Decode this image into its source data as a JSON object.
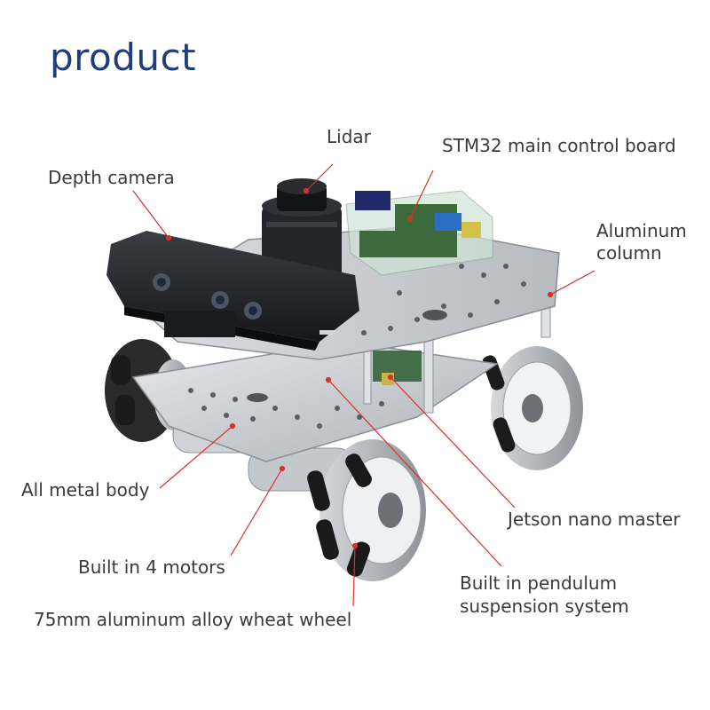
{
  "title": "product",
  "labels": {
    "lidar": "Lidar",
    "stm32": "STM32 main control board",
    "depth_camera": "Depth camera",
    "aluminum_column_1": "Aluminum",
    "aluminum_column_2": "column",
    "metal_body": "All metal body",
    "jetson": "Jetson nano master",
    "motors": "Built in 4 motors",
    "pendulum_1": "Built in pendulum",
    "pendulum_2": "suspension system",
    "wheel": "75mm aluminum alloy wheat wheel"
  },
  "colors": {
    "title": "#1f3d7a",
    "callout_line": "#d9302a",
    "text": "#3a3a3a"
  }
}
